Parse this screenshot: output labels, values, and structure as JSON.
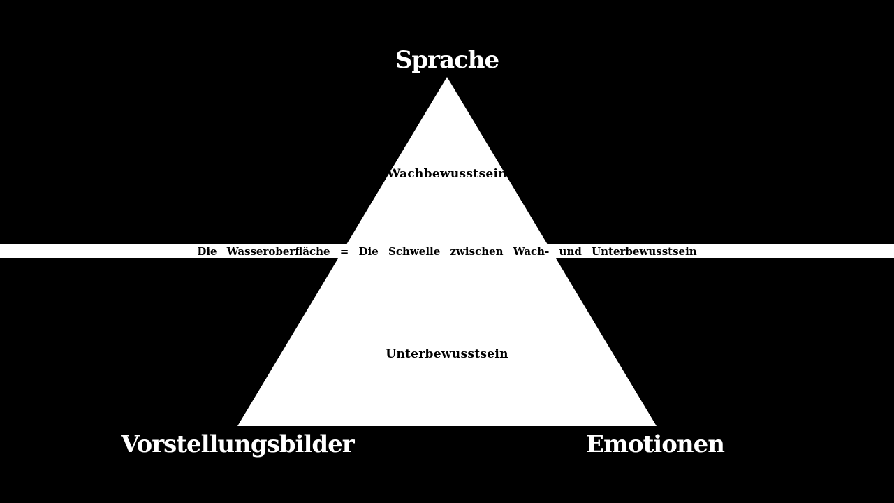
{
  "diagram": {
    "vertices": {
      "top": "Sprache",
      "bottom_left": "Vorstellungsbilder",
      "bottom_right": "Emotionen"
    },
    "regions": {
      "upper": "Wachbewusstsein",
      "lower": "Unterbewusstsein"
    },
    "threshold": "Die Wasseroberfläche = Die Schwelle zwischen Wach- und Unterbewusstsein"
  },
  "colors": {
    "background": "#000000",
    "shape": "#ffffff",
    "text_on_dark": "#ffffff",
    "text_on_light": "#000000"
  }
}
